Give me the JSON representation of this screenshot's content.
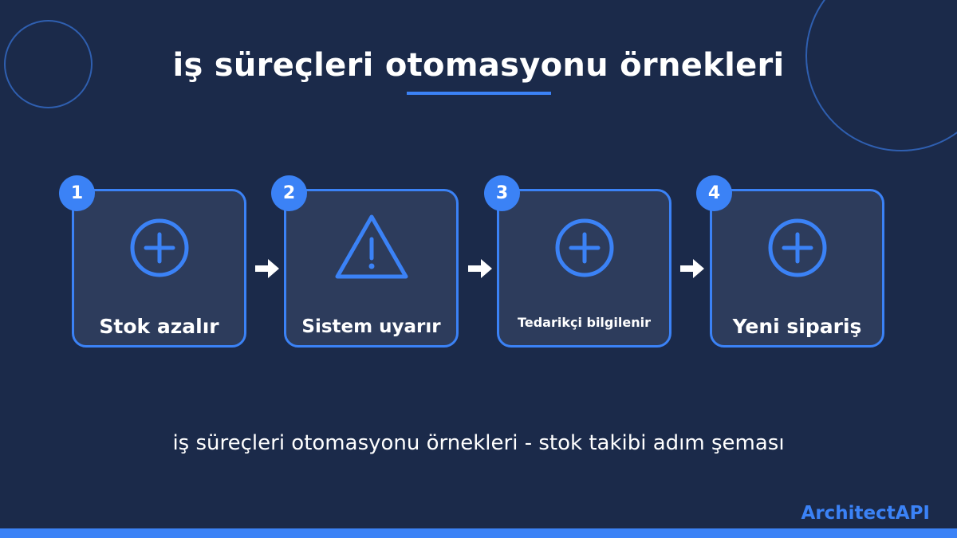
{
  "title": "iş süreçleri otomasyonu örnekleri",
  "steps": [
    {
      "number": "1",
      "label": "Stok azalır",
      "icon": "plus-circle-icon"
    },
    {
      "number": "2",
      "label": "Sistem uyarır",
      "icon": "warning-triangle-icon"
    },
    {
      "number": "3",
      "label": "Tedarikçi bilgilenir",
      "icon": "plus-circle-icon"
    },
    {
      "number": "4",
      "label": "Yeni sipariş",
      "icon": "plus-circle-icon"
    }
  ],
  "caption": "iş süreçleri otomasyonu örnekleri - stok takibi adım şeması",
  "brand": "ArchitectAPI",
  "colors": {
    "background": "#1b2a4a",
    "card": "#2d3c5c",
    "accent": "#3b82f6",
    "text": "#ffffff"
  }
}
